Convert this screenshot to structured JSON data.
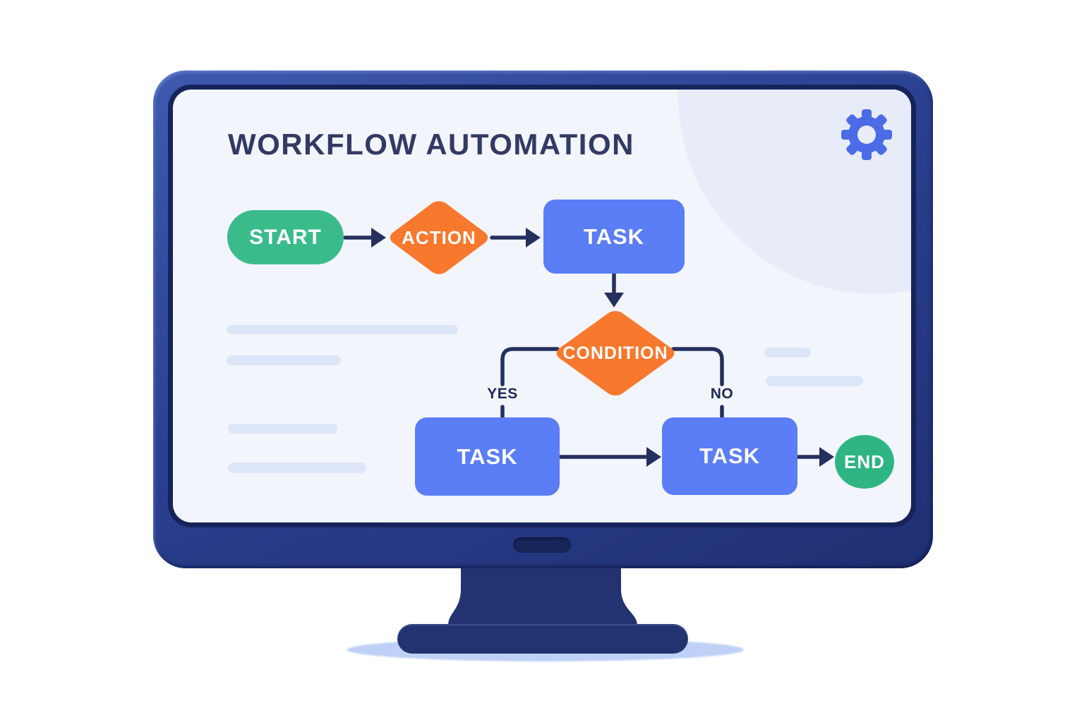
{
  "device": {
    "type": "desktop-monitor-illustration"
  },
  "screen": {
    "title": "WORKFLOW AUTOMATION",
    "gear_icon": "settings-gear-icon"
  },
  "nodes": {
    "start": {
      "label": "START",
      "type": "terminator",
      "color": "#3bbb8c"
    },
    "action": {
      "label": "ACTION",
      "type": "decision",
      "color": "#f8782e"
    },
    "task1": {
      "label": "TASK",
      "type": "process",
      "color": "#5b7df5"
    },
    "condition": {
      "label": "CONDITION",
      "type": "decision",
      "color": "#f8782e"
    },
    "task_yes": {
      "label": "TASK",
      "type": "process",
      "color": "#5b7df5"
    },
    "task_no": {
      "label": "TASK",
      "type": "process",
      "color": "#5b7df5"
    },
    "end": {
      "label": "END",
      "type": "terminator",
      "color": "#2fb583"
    }
  },
  "branches": {
    "yes": "YES",
    "no": "NO"
  },
  "edges": [
    {
      "from": "start",
      "to": "action",
      "label": ""
    },
    {
      "from": "action",
      "to": "task1",
      "label": ""
    },
    {
      "from": "task1",
      "to": "condition",
      "label": ""
    },
    {
      "from": "condition",
      "to": "task_yes",
      "label": "YES"
    },
    {
      "from": "condition",
      "to": "task_no",
      "label": "NO"
    },
    {
      "from": "task_yes",
      "to": "task_no",
      "label": ""
    },
    {
      "from": "task_no",
      "to": "end",
      "label": ""
    }
  ],
  "colors": {
    "screen_background": "#f2f5fb",
    "corner_tint": "#e7ecf8",
    "title_text": "#333a63",
    "connector": "#25305f",
    "branch_text": "#1f2a55",
    "placeholder_line": "#dde6f8",
    "monitor_frame": "#2b4090",
    "monitor_stand": "#22336f",
    "floor_shadow": "#bed0f6",
    "gear_accent": "#4b6ce6"
  }
}
